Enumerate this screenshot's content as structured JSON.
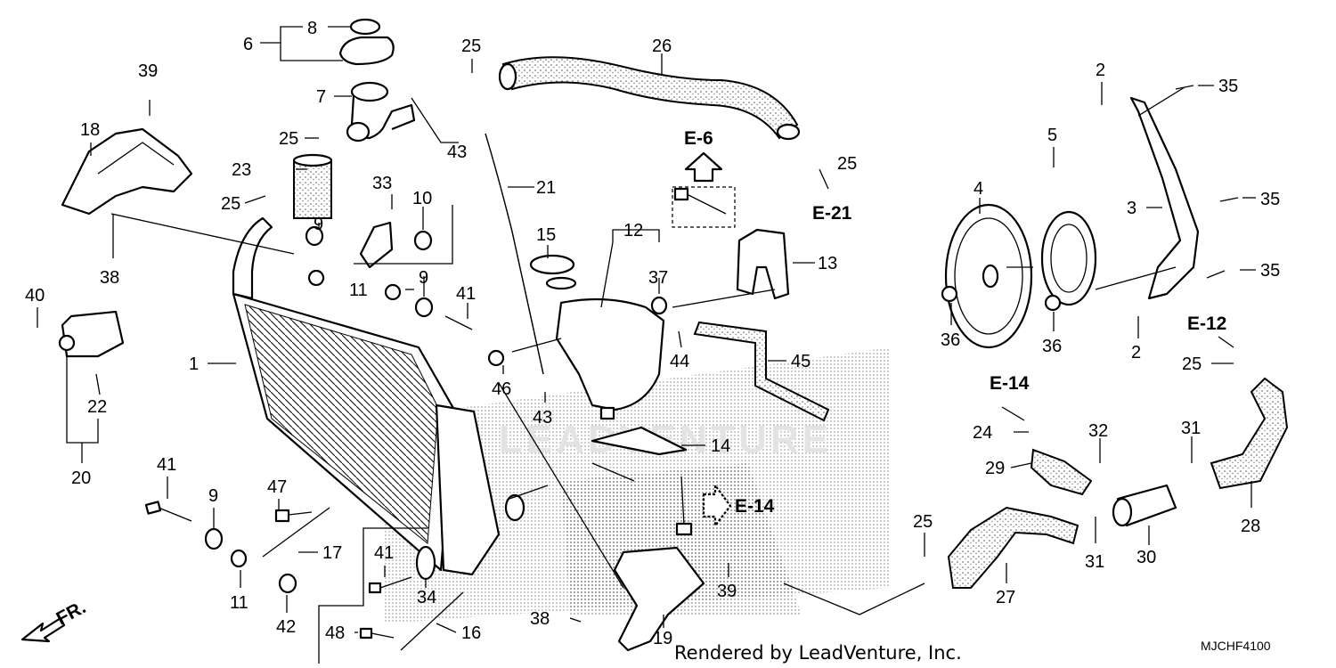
{
  "callouts": [
    {
      "id": "c8",
      "text": "8"
    },
    {
      "id": "c6",
      "text": "6"
    },
    {
      "id": "c7",
      "text": "7"
    },
    {
      "id": "c39a",
      "text": "39"
    },
    {
      "id": "c18",
      "text": "18"
    },
    {
      "id": "c25a",
      "text": "25"
    },
    {
      "id": "c23",
      "text": "23"
    },
    {
      "id": "c25b",
      "text": "25"
    },
    {
      "id": "c38a",
      "text": "38"
    },
    {
      "id": "c9a",
      "text": "9"
    },
    {
      "id": "c33",
      "text": "33"
    },
    {
      "id": "c10",
      "text": "10"
    },
    {
      "id": "c43a",
      "text": "43"
    },
    {
      "id": "c25c",
      "text": "25"
    },
    {
      "id": "c26",
      "text": "26"
    },
    {
      "id": "c21",
      "text": "21"
    },
    {
      "id": "c25d",
      "text": "25"
    },
    {
      "id": "c15",
      "text": "15"
    },
    {
      "id": "c12",
      "text": "12"
    },
    {
      "id": "c37",
      "text": "37"
    },
    {
      "id": "c13",
      "text": "13"
    },
    {
      "id": "c11a",
      "text": "11"
    },
    {
      "id": "c9b",
      "text": "9"
    },
    {
      "id": "c41a",
      "text": "41"
    },
    {
      "id": "c40",
      "text": "40"
    },
    {
      "id": "c1",
      "text": "1"
    },
    {
      "id": "c22",
      "text": "22"
    },
    {
      "id": "c20",
      "text": "20"
    },
    {
      "id": "c46",
      "text": "46"
    },
    {
      "id": "c44",
      "text": "44"
    },
    {
      "id": "c45",
      "text": "45"
    },
    {
      "id": "c43b",
      "text": "43"
    },
    {
      "id": "c14",
      "text": "14"
    },
    {
      "id": "c41b",
      "text": "41"
    },
    {
      "id": "c9c",
      "text": "9"
    },
    {
      "id": "c47",
      "text": "47"
    },
    {
      "id": "c17",
      "text": "17"
    },
    {
      "id": "c11b",
      "text": "11"
    },
    {
      "id": "c42",
      "text": "42"
    },
    {
      "id": "c41c",
      "text": "41"
    },
    {
      "id": "c34",
      "text": "34"
    },
    {
      "id": "c48",
      "text": "48"
    },
    {
      "id": "c16",
      "text": "16"
    },
    {
      "id": "c38b",
      "text": "38"
    },
    {
      "id": "c19",
      "text": "19"
    },
    {
      "id": "c39b",
      "text": "39"
    },
    {
      "id": "c2a",
      "text": "2"
    },
    {
      "id": "c35a",
      "text": "35"
    },
    {
      "id": "c5",
      "text": "5"
    },
    {
      "id": "c4",
      "text": "4"
    },
    {
      "id": "c3",
      "text": "3"
    },
    {
      "id": "c35b",
      "text": "35"
    },
    {
      "id": "c35c",
      "text": "35"
    },
    {
      "id": "c36a",
      "text": "36"
    },
    {
      "id": "c36b",
      "text": "36"
    },
    {
      "id": "c2b",
      "text": "2"
    },
    {
      "id": "c25e",
      "text": "25"
    },
    {
      "id": "c24",
      "text": "24"
    },
    {
      "id": "c32",
      "text": "32"
    },
    {
      "id": "c31a",
      "text": "31"
    },
    {
      "id": "c29",
      "text": "29"
    },
    {
      "id": "c28",
      "text": "28"
    },
    {
      "id": "c25f",
      "text": "25"
    },
    {
      "id": "c31b",
      "text": "31"
    },
    {
      "id": "c30",
      "text": "30"
    },
    {
      "id": "c27",
      "text": "27"
    }
  ],
  "references": {
    "e6": "E-6",
    "e21": "E-21",
    "e12": "E-12",
    "e14a": "E-14",
    "e14b": "E-14"
  },
  "front_marker": "FR.",
  "watermark": "LEADVENTURE",
  "footer": "Rendered by LeadVenture, Inc.",
  "diagram_code": "MJCHF4100"
}
